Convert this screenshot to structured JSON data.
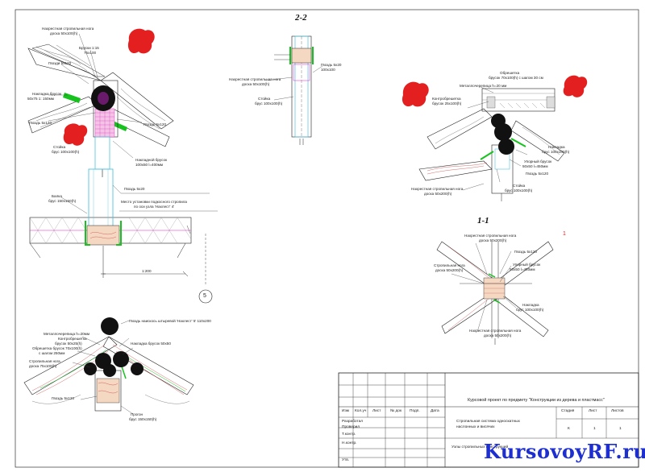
{
  "sections": {
    "s22": "2-2",
    "s11": "1-1"
  },
  "node_number": "5",
  "marker_one": "1",
  "labels_top_left": [
    "Нахрестная стропильная нога",
    "доска 50х100(h)",
    "Бруски 1:15",
    "75х100",
    "Гвозди 5х120",
    "Накладка брусок",
    "50х75 1: 150мм",
    "Гвоздь 5х120",
    "Стойка",
    "брус 100х100(h)",
    "Гвоздь 5х120",
    "Накладной брусок",
    "100х50 l=400мм"
  ],
  "labels_mid_left": [
    "Балка",
    "брус 150х150(h)",
    "Гвоздь 5х20",
    "Место установки подкосного стропила",
    "по оси узла 'Нахлест' 4'"
  ],
  "dimension_main": "1:200",
  "labels_22": [
    "Нахрестная стропильная нога",
    "доска 50х100(h)",
    "Стойка",
    "брус 100х100(h)",
    "Гвоздь 5х20",
    "100х100"
  ],
  "labels_top_right": [
    "Обрешетка",
    "брусок 70х100(h) с шагом 30 см",
    "Металлочерепица h=20 мм",
    "Контробрешетка",
    "брусок 25х100(h)",
    "Накладка",
    "брус 100х100(h)",
    "Упорный брусок",
    "50х50 l=450мм",
    "Гвоздь 5х120",
    "Стойка",
    "брус 100х100(h)",
    "Нахрестная стропильная нога",
    "доска 50х200(h)"
  ],
  "labels_11": [
    "Нахрестная стропильная нога",
    "доска 50х200(h)",
    "Гвоздь 5х120",
    "Упорный брусок",
    "50х50 l=450мм",
    "Стропильная нога",
    "доска 50х200(h)",
    "Накладка",
    "брус 100х100(h)",
    "Нахрестная стропильная нога",
    "доска 50х200(h)"
  ],
  "labels_bottom_left": [
    "Гвоздь наискось штыревой 'Нахлест' 5' 110х200",
    "Металлочерепица h=20мм",
    "Контробрешетка",
    "брусок 50х25(h)",
    "Обрешетка брусок 70х100(h)",
    "с шагом 250мм",
    "Накладка брусок 50х50",
    "Стропильная нога",
    "доска 75х100(h)",
    "Гвоздь 5х120",
    "Прогон",
    "брус 150х150(h)"
  ],
  "title_block": {
    "course_title": "Курсовой проект по предмету \"Конструкции из дерева и пластмасс\"",
    "sheet_title_1": "Стропильная система односкатных",
    "sheet_title_2": "наслонных и висячих",
    "sheet_bottom": "Узлы стропильных конструкций",
    "stage_h": "Стадия",
    "sheet_h": "Лист",
    "sheets_h": "Листов",
    "stage": "К",
    "sheet": "1",
    "sheets": "1",
    "col_izm": "Изм",
    "col_kol": "Кол.уч",
    "col_list": "Лист",
    "col_doc": "№ док",
    "col_podp": "Подп.",
    "col_data": "Дата",
    "row_razrab": "Разработал",
    "row_prov": "Проверил",
    "row_tkontr": "Т.контр.",
    "row_nkontr": "Н.контр.",
    "row_utv": "Утв."
  },
  "watermark": "KursovoyRF.ru",
  "colors": {
    "line": "#222222",
    "green": "#17c21f",
    "magenta": "#e020c8",
    "red_blob": "#e41f1f",
    "watermark": "#1d2fd0",
    "cyan": "#4fc3e0",
    "hatch_red": "#d44a4a"
  }
}
